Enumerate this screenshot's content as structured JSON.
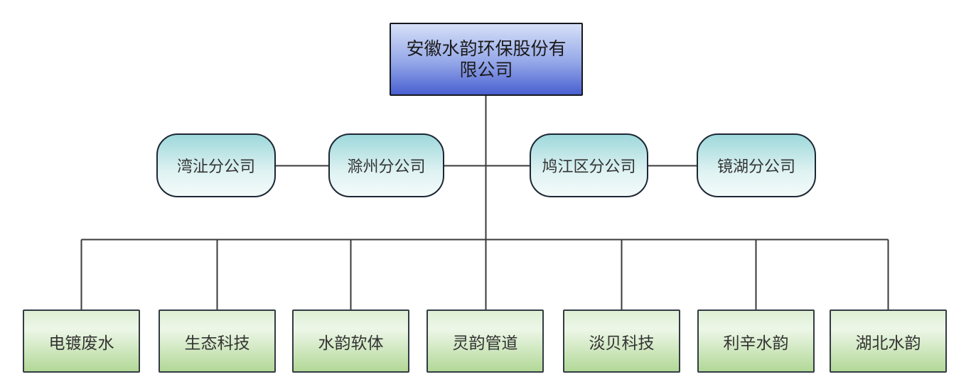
{
  "diagram": {
    "type": "org-chart",
    "root": {
      "label": "安徽水韵环保股份有限公司"
    },
    "branches": [
      {
        "label": "湾沚分公司"
      },
      {
        "label": "滁州分公司"
      },
      {
        "label": "鸠江区分公司"
      },
      {
        "label": "镜湖分公司"
      }
    ],
    "subsidiaries": [
      {
        "label": "电镀废水"
      },
      {
        "label": "生态科技"
      },
      {
        "label": "水韵软体"
      },
      {
        "label": "灵韵管道"
      },
      {
        "label": "淡贝科技"
      },
      {
        "label": "利辛水韵"
      },
      {
        "label": "湖北水韵"
      }
    ],
    "colors": {
      "background": "#ffffff",
      "root_gradient_top": "#d6e0f7",
      "root_gradient_bottom": "#4a60d1",
      "branch_gradient_top": "#9ed8db",
      "branch_gradient_bottom": "#f3fbfa",
      "subsidiary_gradient_top": "#ddefd4",
      "subsidiary_gradient_bottom": "#b2d897",
      "node_border": "#1c2733",
      "connector_line": "#3a3a3a",
      "text": "#333333"
    }
  }
}
